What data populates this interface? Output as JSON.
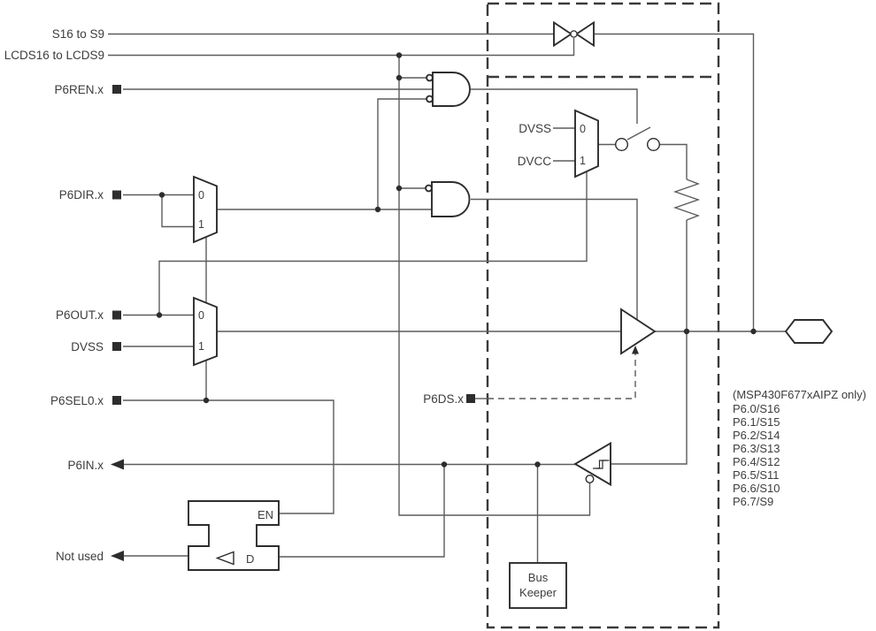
{
  "labels": {
    "s16": "S16 to S9",
    "lcds": "LCDS16 to LCDS9",
    "p6ren": "P6REN.x",
    "p6dir": "P6DIR.x",
    "p6out": "P6OUT.x",
    "dvss": "DVSS",
    "p6sel0": "P6SEL0.x",
    "p6in": "P6IN.x",
    "not_used": "Not used",
    "p6ds": "P6DS.x"
  },
  "pull_mux": {
    "in0": "DVSS",
    "in1": "DVCC"
  },
  "mux": {
    "zero": "0",
    "one": "1"
  },
  "latch": {
    "en": "EN",
    "d": "D"
  },
  "bus_keeper": {
    "line1": "Bus",
    "line2": "Keeper"
  },
  "pin_note": {
    "title": "(MSP430F677xAIPZ only)",
    "pins": [
      "P6.0/S16",
      "P6.1/S15",
      "P6.2/S14",
      "P6.3/S13",
      "P6.4/S12",
      "P6.5/S11",
      "P6.6/S10",
      "P6.7/S9"
    ]
  },
  "colors": {
    "wire": "#5c5c5c",
    "outline": "#2d2d2d",
    "text": "#3d3d3d",
    "dashed": "#3a3a3a",
    "background": "#ffffff"
  }
}
